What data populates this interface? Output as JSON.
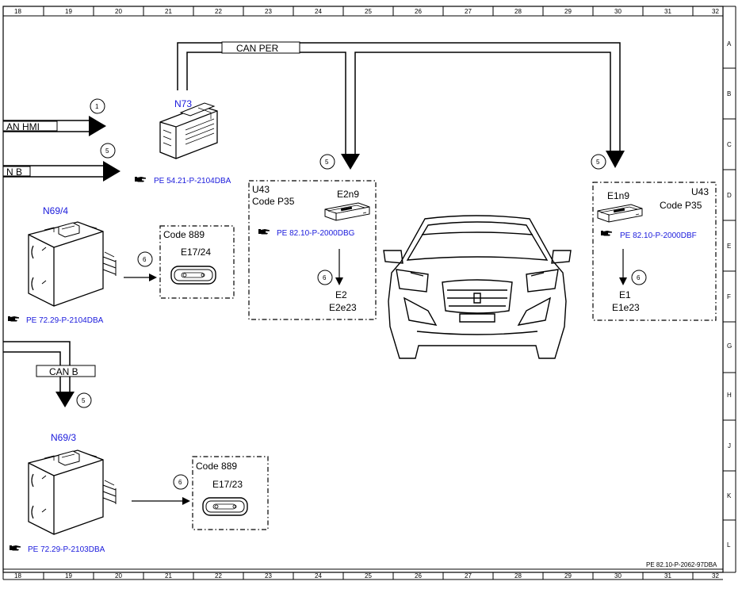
{
  "grid": {
    "columns": [
      "18",
      "19",
      "20",
      "21",
      "22",
      "23",
      "24",
      "25",
      "26",
      "27",
      "28",
      "29",
      "30",
      "31",
      "32"
    ],
    "rows": [
      "A",
      "B",
      "C",
      "D",
      "E",
      "F",
      "G",
      "H",
      "J",
      "K",
      "L"
    ]
  },
  "buses": {
    "can_per": "CAN PER",
    "can_hmi": "AN HMI",
    "can_b_upper": "N B",
    "can_b_lower": "CAN B"
  },
  "callouts": {
    "c1": "1",
    "c5": "5",
    "c6": "6"
  },
  "components": {
    "n73": {
      "label": "N73",
      "ref": "PE 54.21-P-2104DBA"
    },
    "n69_4": {
      "label": "N69/4",
      "ref": "PE 72.29-P-2104DBA"
    },
    "n69_3": {
      "label": "N69/3",
      "ref": "PE 72.29-P-2103DBA"
    },
    "left_lamp_top": {
      "code": "Code 889",
      "label": "E17/24"
    },
    "left_lamp_bottom": {
      "code": "Code 889",
      "label": "E17/23"
    },
    "u43_left": {
      "title": "U43",
      "code": "Code P35",
      "module": "E2n9",
      "ref": "PE 82.10-P-2000DBG",
      "lamp": "E2",
      "lamp_sub": "E2e23"
    },
    "u43_right": {
      "title": "U43",
      "code": "Code P35",
      "module": "E1n9",
      "ref": "PE 82.10-P-2000DBF",
      "lamp": "E1",
      "lamp_sub": "E1e23"
    }
  },
  "doc_id": "PE 82.10-P-2062-97DBA",
  "icons": {
    "reference": "hand-pointer-icon"
  },
  "colors": {
    "link_blue": "#1a1adc",
    "line": "#000000"
  }
}
